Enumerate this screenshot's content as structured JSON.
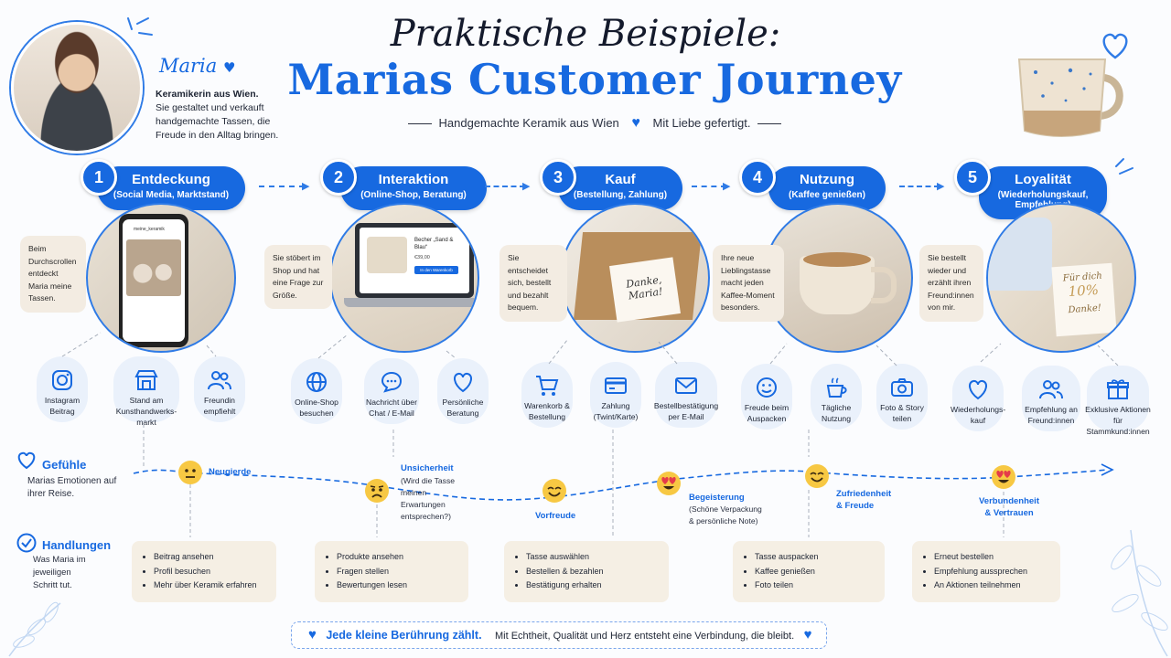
{
  "header": {
    "title_script": "Praktische Beispiele:",
    "title_main": "Marias Customer Journey",
    "subtitle_left": "Handgemachte Keramik aus Wien",
    "subtitle_right": "Mit Liebe gefertigt."
  },
  "maria": {
    "name": "Maria",
    "role": "Keramikerin aus Wien.",
    "desc": "Sie gestaltet und verkauft handgemachte Tassen, die Freude in den Alltag bringen."
  },
  "steps": [
    {
      "num": "1",
      "title": "Entdeckung",
      "sub": "(Social Media, Marktstand)",
      "bubble": "Beim Durchscrollen entdeckt Maria meine Tassen.",
      "icons": [
        {
          "label": "Instagram Beitrag",
          "icon": "instagram-icon"
        },
        {
          "label": "Stand am Kunsthandwerks-markt",
          "icon": "market-stall-icon"
        },
        {
          "label": "Freundin empfiehlt",
          "icon": "users-icon"
        }
      ]
    },
    {
      "num": "2",
      "title": "Interaktion",
      "sub": "(Online-Shop, Beratung)",
      "bubble": "Sie stöbert im Shop und hat eine Frage zur Größe.",
      "icons": [
        {
          "label": "Online-Shop besuchen",
          "icon": "globe-icon"
        },
        {
          "label": "Nachricht über Chat / E-Mail",
          "icon": "chat-icon"
        },
        {
          "label": "Persönliche Beratung",
          "icon": "heart-icon"
        }
      ]
    },
    {
      "num": "3",
      "title": "Kauf",
      "sub": "(Bestellung, Zahlung)",
      "bubble": "Sie entscheidet sich, bestellt und bezahlt bequem.",
      "icons": [
        {
          "label": "Warenkorb & Bestellung",
          "icon": "cart-icon"
        },
        {
          "label": "Zahlung (Twint/Karte)",
          "icon": "card-icon"
        },
        {
          "label": "Bestellbestätigung per E-Mail",
          "icon": "mail-icon"
        }
      ]
    },
    {
      "num": "4",
      "title": "Nutzung",
      "sub": "(Kaffee genießen)",
      "bubble": "Ihre neue Lieblingstasse macht jeden Kaffee-Moment besonders.",
      "icons": [
        {
          "label": "Freude beim Auspacken",
          "icon": "smile-icon"
        },
        {
          "label": "Tägliche Nutzung",
          "icon": "coffee-icon"
        },
        {
          "label": "Foto & Story teilen",
          "icon": "camera-icon"
        }
      ]
    },
    {
      "num": "5",
      "title": "Loyalität",
      "sub": "(Wiederholungskauf, Empfehlung)",
      "bubble": "Sie bestellt wieder und erzählt ihren Freund:innen von mir.",
      "icons": [
        {
          "label": "Wiederholungs-kauf",
          "icon": "heart-icon"
        },
        {
          "label": "Empfehlung an Freund:innen",
          "icon": "users-icon"
        },
        {
          "label": "Exklusive Aktionen für Stammkund:innen",
          "icon": "gift-icon"
        }
      ]
    }
  ],
  "photos": {
    "p1": "meine_keramik",
    "p2_product": "Becher „Sand & Blau“",
    "p2_price": "€39,00",
    "p2_button": "In den Warenkorb",
    "p3_card": "Danke, Maria!",
    "p5_card_1": "Für dich",
    "p5_card_2": "10%",
    "p5_card_3": "Danke!"
  },
  "feelings": {
    "title": "Gefühle",
    "sub": "Marias Emotionen auf ihrer Reise.",
    "items": [
      {
        "label": "Neugierde",
        "sub": "",
        "emoji": "neutral-face-icon"
      },
      {
        "label": "Unsicherheit",
        "sub": "(Wird die Tasse meinen Erwartungen entsprechen?)",
        "emoji": "worried-face-icon"
      },
      {
        "label": "Vorfreude",
        "sub": "",
        "emoji": "smiling-face-icon"
      },
      {
        "label": "Begeisterung",
        "sub": "(Schöne Verpackung & persönliche Note)",
        "emoji": "heart-eyes-icon"
      },
      {
        "label": "Zufriedenheit & Freude",
        "sub": "",
        "emoji": "smiling-face-icon"
      },
      {
        "label": "Verbundenheit & Vertrauen",
        "sub": "",
        "emoji": "heart-eyes-icon"
      }
    ]
  },
  "actions": {
    "title": "Handlungen",
    "sub": "Was Maria im jeweiligen Schritt tut.",
    "groups": [
      [
        "Beitrag ansehen",
        "Profil besuchen",
        "Mehr über Keramik erfahren"
      ],
      [
        "Produkte ansehen",
        "Fragen stellen",
        "Bewertungen lesen"
      ],
      [
        "Tasse auswählen",
        "Bestellen & bezahlen",
        "Bestätigung erhalten"
      ],
      [
        "Tasse auspacken",
        "Kaffee genießen",
        "Foto teilen"
      ],
      [
        "Erneut bestellen",
        "Empfehlung aussprechen",
        "An Aktionen teilnehmen"
      ]
    ]
  },
  "footer": {
    "strong": "Jede kleine Berührung zählt.",
    "text": "Mit Echtheit, Qualität und Herz entsteht eine Verbindung, die bleibt."
  },
  "colors": {
    "accent": "#1769e0",
    "bubble": "#f3ece2",
    "iconcard": "#eaf1fb",
    "emoji": "#f7c843"
  }
}
